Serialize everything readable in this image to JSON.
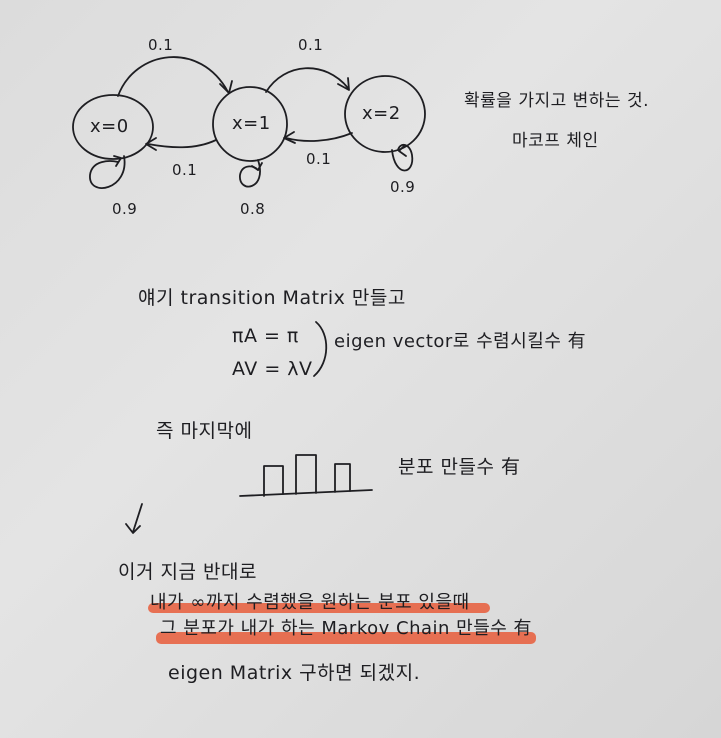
{
  "diagram": {
    "states": [
      {
        "label": "x=0",
        "self_loop": "0.9"
      },
      {
        "label": "x=1",
        "self_loop": "0.8"
      },
      {
        "label": "x=2",
        "self_loop": "0.9"
      }
    ],
    "edges": [
      {
        "from": "x=0",
        "to": "x=1",
        "label": "0.1"
      },
      {
        "from": "x=1",
        "to": "x=0",
        "label": "0.1"
      },
      {
        "from": "x=1",
        "to": "x=2",
        "label": "0.1"
      },
      {
        "from": "x=2",
        "to": "x=1",
        "label": "0.1"
      }
    ]
  },
  "note_right": {
    "line1": "확률을 가지고 변하는 것.",
    "line2": "마코프 체인"
  },
  "section1": {
    "intro": "얘기 transition Matrix 만들고",
    "eq1": "πA = π",
    "eq2": "AV = λV",
    "brace_note": "eigen vector로 수렴시킬수 有"
  },
  "section2": {
    "intro": "즉 마지막에",
    "note": "분포 만들수 有"
  },
  "section3": {
    "intro": "이거 지금 반대로",
    "hl1": "내가 ∞까지 수렴했을 원하는 분포 있을때",
    "hl2": "그 분포가 내가 하는 Markov Chain 만들수 有",
    "last": "eigen Matrix 구하면 되겠지."
  },
  "colors": {
    "ink": "#1e1e22",
    "highlight": "#e85c3a",
    "paper": "#dedede"
  }
}
